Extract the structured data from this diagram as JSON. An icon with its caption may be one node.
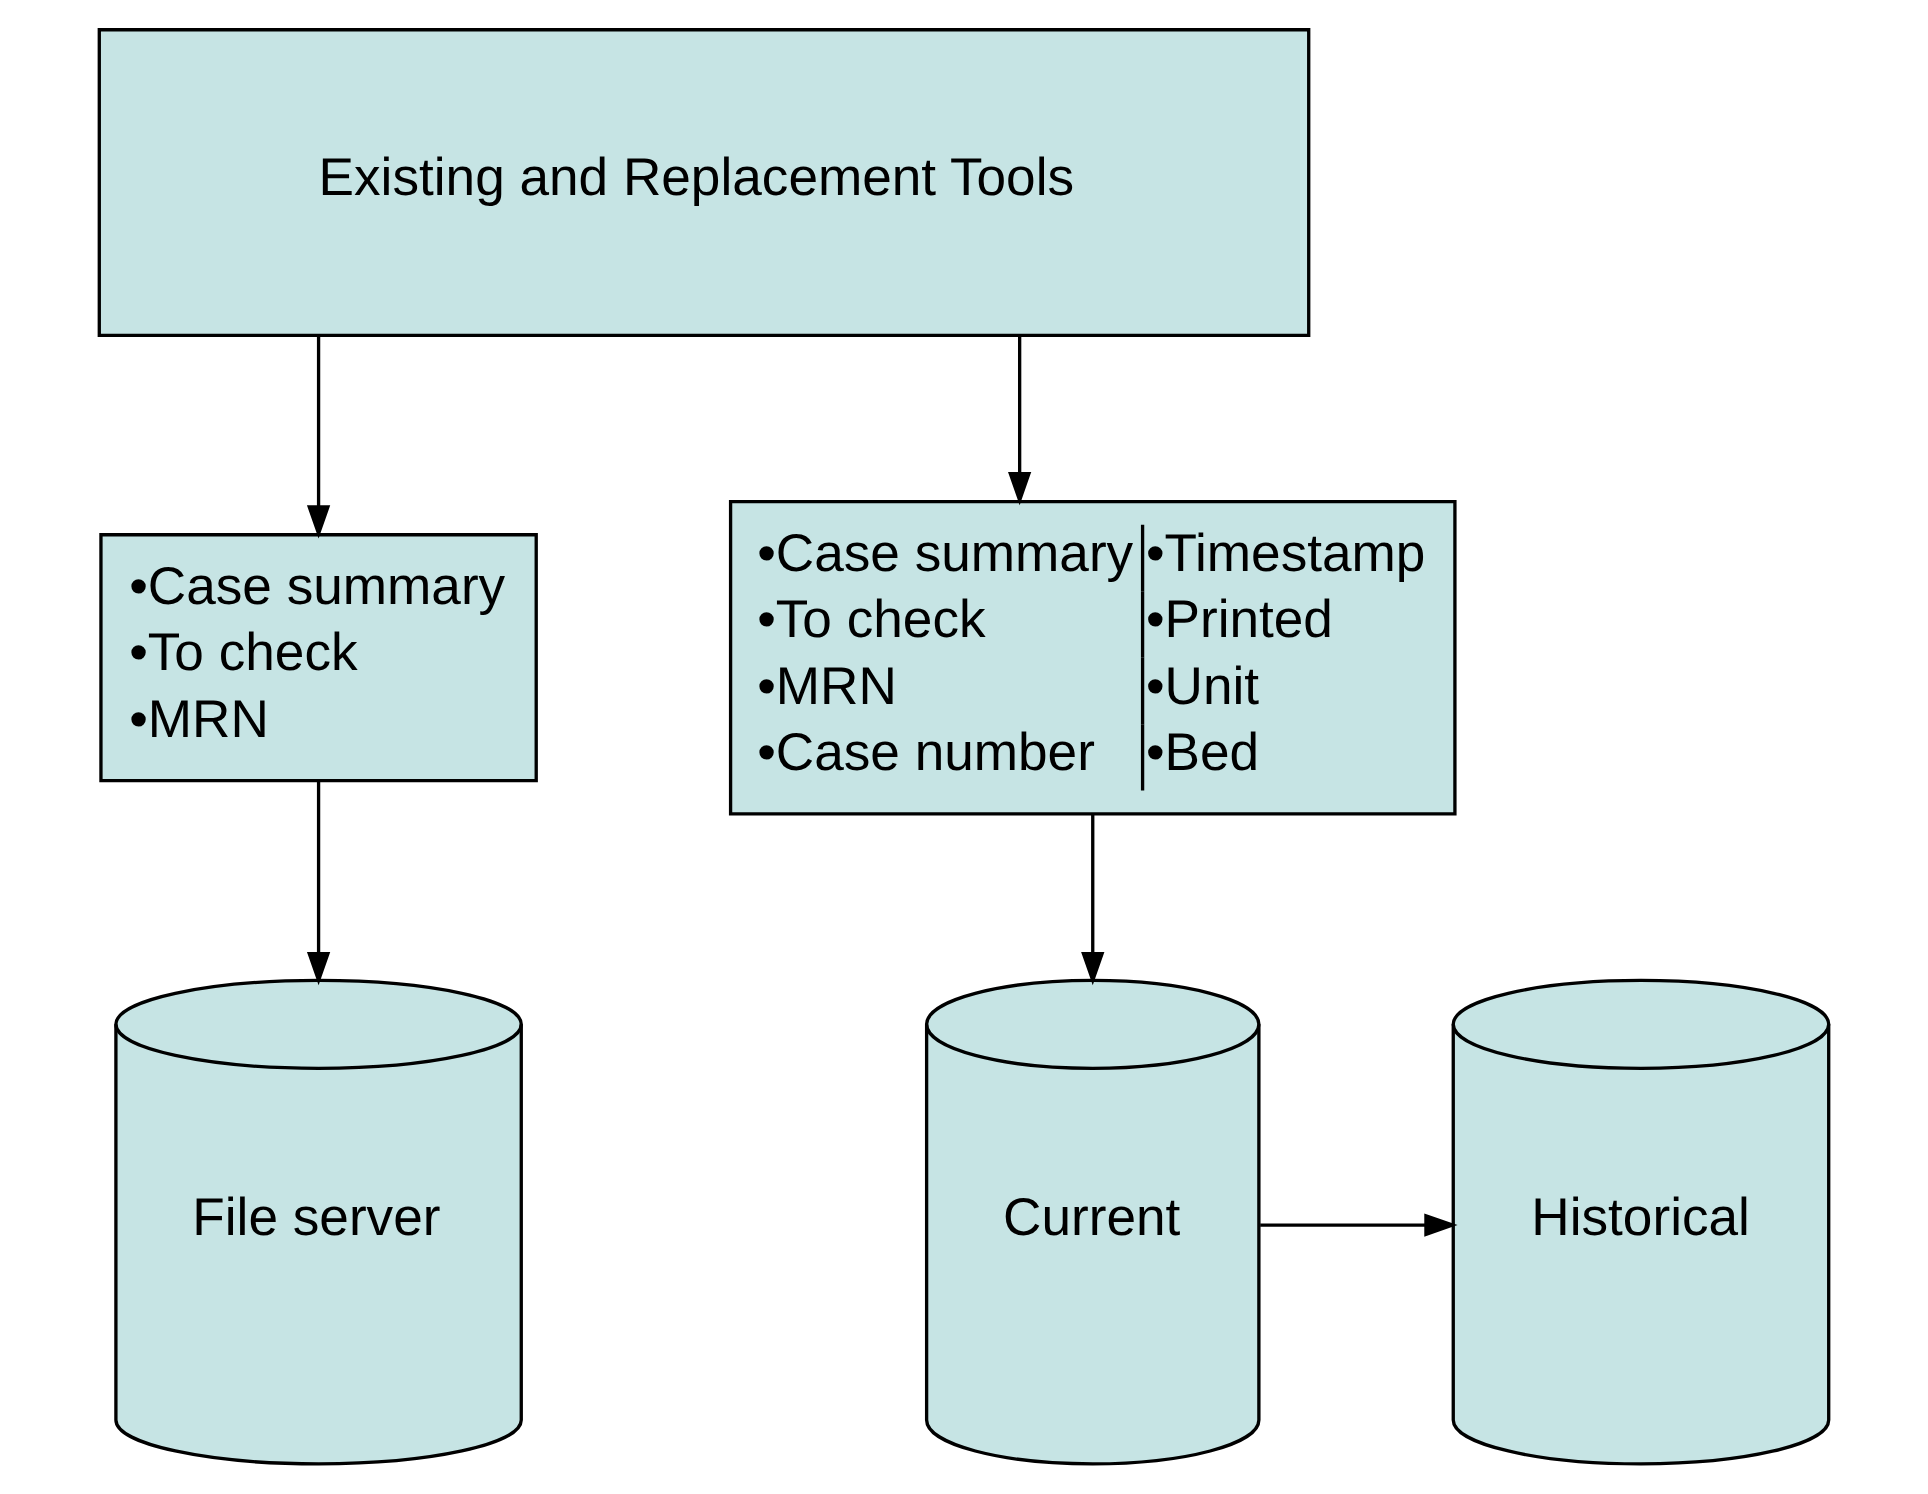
{
  "diagram": {
    "nodes": [
      {
        "text": [
          "Existing and Replacement Tools"
        ]
      },
      {
        "text": [
          "•Case summary",
          "•To check",
          "•MRN"
        ]
      },
      {
        "text": [
          "•Case summary",
          "•To check",
          "•MRN",
          "•Case number",
          "•Timestamp",
          "•Printed",
          "•Unit",
          "•Bed"
        ]
      },
      {
        "text": [
          "File server"
        ]
      },
      {
        "text": [
          "Current"
        ]
      },
      {
        "text": [
          "Historical"
        ]
      }
    ],
    "edges": [
      {
        "from": 0,
        "to": 1,
        "arrow": "to"
      },
      {
        "from": 0,
        "to": 2,
        "arrow": "to"
      },
      {
        "from": 1,
        "to": 3,
        "arrow": "to"
      },
      {
        "from": 2,
        "to": 4,
        "arrow": "to"
      },
      {
        "from": 4,
        "to": 5,
        "arrow": "to"
      }
    ]
  }
}
